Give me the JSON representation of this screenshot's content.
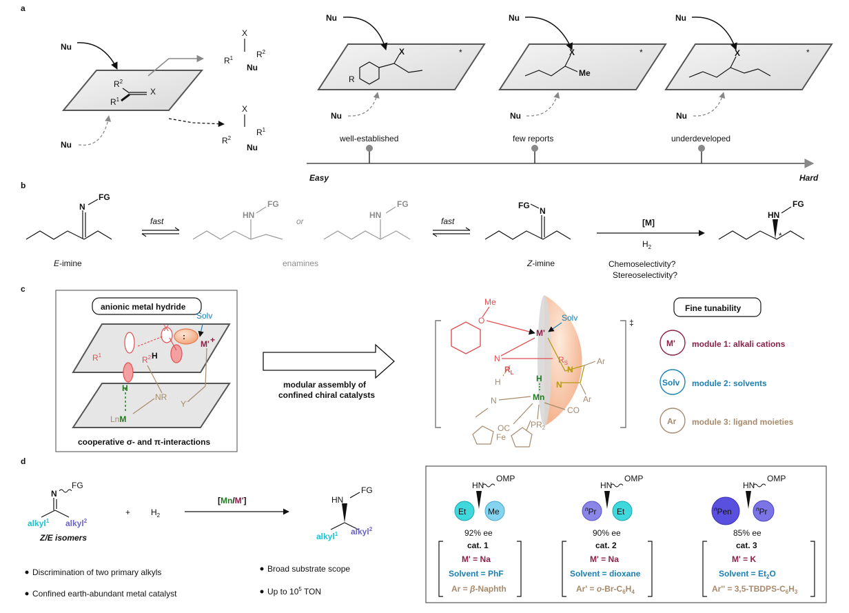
{
  "panel_labels": {
    "a": "a",
    "b": "b",
    "c": "c",
    "d": "d"
  },
  "a": {
    "nu": "Nu",
    "x": "X",
    "r1": "R",
    "r1sup": "1",
    "r2": "R",
    "r2sup": "2",
    "r": "R",
    "me": "Me",
    "star": "*",
    "milestones": [
      "well-established",
      "few reports",
      "underdeveloped"
    ],
    "axis_start": "Easy",
    "axis_end": "Hard"
  },
  "b": {
    "fg": "FG",
    "n": "N",
    "hn": "HN",
    "or": "or",
    "fast": "fast",
    "e_imine": "-imine",
    "e_prefix": "E",
    "enamines": "enamines",
    "z_imine": "-imine",
    "z_prefix": "Z",
    "catalyst": "[M]",
    "h2": "H",
    "h2sub": "2",
    "chemo": "Chemoselectivity?",
    "stereo": "Stereoselectivity?",
    "star": "*"
  },
  "c": {
    "box_title": "anionic metal hydride",
    "box_caption_a": "cooperative ",
    "box_caption_sigma": "σ",
    "box_caption_b": "- and ",
    "box_caption_pi": "π",
    "box_caption_c": "-interactions",
    "solv": "Solv",
    "mprime": "M'",
    "plus": "+",
    "lnm": "Ln",
    "m": "M",
    "nr": "NR",
    "y": "Y",
    "minus": "−",
    "h": "H",
    "x": "X",
    "arrow_line1": "modular assembly of",
    "arrow_line2": "confined chiral catalysts",
    "ts": {
      "ome": "Me",
      "o": "O",
      "n": "N",
      "rl": "R",
      "rlsub": "L",
      "rs": "R",
      "rssub": "S",
      "h": "H",
      "mn": "Mn",
      "ar": "Ar",
      "oc": "OC",
      "co": "CO",
      "pr2": "PR",
      "pr2sub": "2",
      "fe": "Fe",
      "dagger": "‡",
      "solv": "Solv",
      "mprime": "M'"
    },
    "tunability_title": "Fine tunability",
    "modules": [
      {
        "badge": "M'",
        "label": "module 1: alkali cations",
        "color": "#8a1f47"
      },
      {
        "badge": "Solv",
        "label": "module 2: solvents",
        "color": "#1a7fb3"
      },
      {
        "badge": "Ar",
        "label": "module 3: ligand moieties",
        "color": "#a68a6b"
      }
    ]
  },
  "d": {
    "fg": "FG",
    "n": "N",
    "hn": "HN",
    "alkyl1": "alkyl",
    "alkyl1sup": "1",
    "alkyl2": "alkyl",
    "alkyl2sup": "2",
    "plus": "+",
    "h2": "H",
    "h2sub": "2",
    "cat_open": "[",
    "cat_mn": "Mn",
    "cat_slash": "/",
    "cat_m": "M'",
    "cat_close": "]",
    "isomers": "Z/E isomers",
    "bullets": [
      "Discrimination of two primary alkyls",
      "Confined earth-abundant metal catalyst",
      "Broad substrate scope",
      "Up to 10",
      "5",
      " TON"
    ],
    "products": [
      {
        "omp": "OMP",
        "hn": "HN",
        "left": "Et",
        "right": "Me",
        "left_color": "#3fd8dc",
        "right_color": "#84d4f0",
        "ee": "92% ee",
        "cat": "cat. 1",
        "m": "M' = Na",
        "solvent": "Solvent = PhF",
        "ar": "Ar = ",
        "ar_i": "β",
        "ar_rest": "-Naphth"
      },
      {
        "omp": "OMP",
        "hn": "HN",
        "left": "Pr",
        "left_sup": "n",
        "right": "Et",
        "left_color": "#8a86e8",
        "right_color": "#3fd8dc",
        "ee": "90% ee",
        "cat": "cat. 2",
        "m": "M' = Na",
        "solvent": "Solvent = dioxane",
        "ar": "Ar' = ",
        "ar_i": "o",
        "ar_rest": "-Br-C",
        "ar_sub": "6",
        "ar_rest2": "H",
        "ar_sub2": "4"
      },
      {
        "omp": "OMP",
        "hn": "HN",
        "left": "Pen",
        "left_sup": "n",
        "right": "Pr",
        "right_sup": "n",
        "left_color": "#5a50e0",
        "right_color": "#7a74e6",
        "ee": "85% ee",
        "cat": "cat. 3",
        "m": "M' = K",
        "solvent": "Solvent = Et",
        "solvent_sub": "2",
        "solvent_end": "O",
        "ar": "Ar'' = 3,5-TBDPS-C",
        "ar_sub": "6",
        "ar_rest2": "H",
        "ar_sub2": "3"
      }
    ]
  }
}
